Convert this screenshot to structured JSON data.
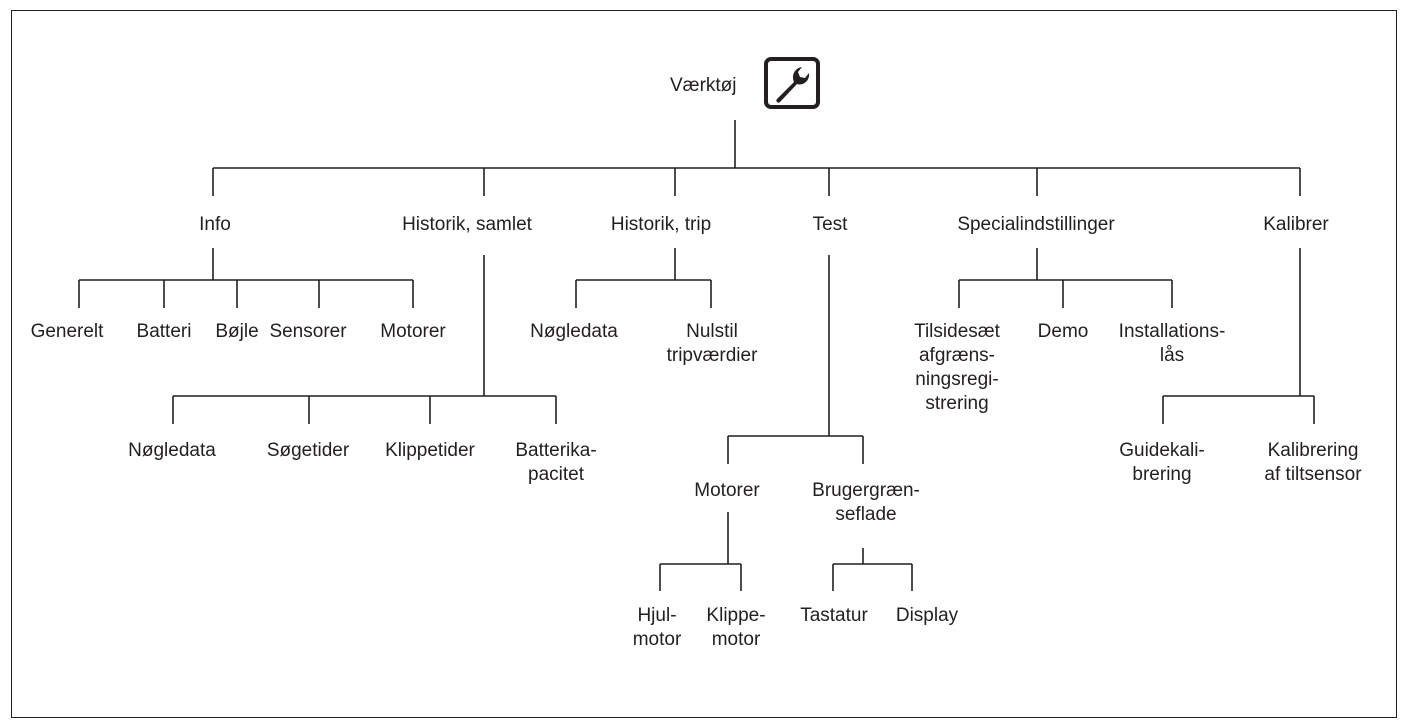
{
  "root": {
    "label": "Værktøj",
    "icon": "wrench-icon"
  },
  "level1": {
    "info": "Info",
    "historik_samlet": "Historik, samlet",
    "historik_trip": "Historik, trip",
    "test": "Test",
    "specialindstillinger": "Specialindstillinger",
    "kalibrer": "Kalibrer"
  },
  "info_children": {
    "generelt": "Generelt",
    "batteri": "Batteri",
    "bojle": "Bøjle",
    "sensorer": "Sensorer",
    "motorer": "Motorer"
  },
  "historik_samlet_children": {
    "nogledata": "Nøgledata",
    "sogetider": "Søgetider",
    "klippetider": "Klippetider",
    "batterikapacitet_1": "Batterika-",
    "batterikapacitet_2": "pacitet"
  },
  "historik_trip_children": {
    "nogledata": "Nøgledata",
    "nulstil_1": "Nulstil",
    "nulstil_2": "tripværdier"
  },
  "test_children": {
    "motorer": "Motorer",
    "brugergraenseflade_1": "Brugergræn-",
    "brugergraenseflade_2": "seflade"
  },
  "motorer_children": {
    "hjulmotor_1": "Hjul-",
    "hjulmotor_2": "motor",
    "klippemotor_1": "Klippe-",
    "klippemotor_2": "motor"
  },
  "brugergraenseflade_children": {
    "tastatur": "Tastatur",
    "display": "Display"
  },
  "special_children": {
    "tilsidesaet_1": "Tilsidesæt",
    "tilsidesaet_2": "afgræns-",
    "tilsidesaet_3": "ningsregi-",
    "tilsidesaet_4": "strering",
    "demo": "Demo",
    "installationslas_1": "Installations-",
    "installationslas_2": "lås"
  },
  "kalibrer_children": {
    "guidekalibrering_1": "Guidekali-",
    "guidekalibrering_2": "brering",
    "tiltsensor_1": "Kalibrering",
    "tiltsensor_2": "af tiltsensor"
  },
  "colors": {
    "line": "#231f20",
    "text": "#231f20"
  }
}
